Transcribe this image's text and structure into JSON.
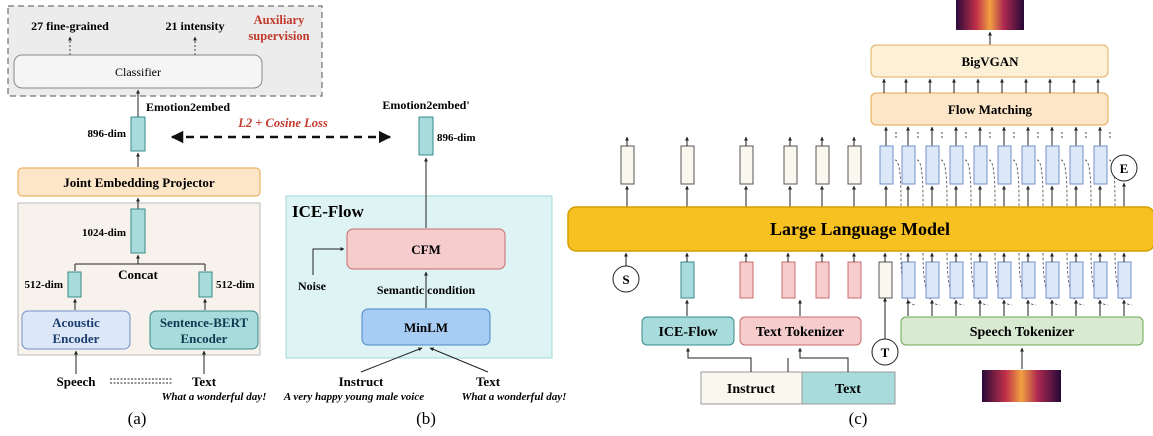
{
  "colors": {
    "accent_red": "#c0392b",
    "projector_fill": "#fde6c8",
    "projector_stroke": "#e8a44c",
    "teal_fill": "#a8dcdc",
    "teal_stroke": "#3a8a8a",
    "blue_fill": "#dce8f8",
    "blue_stroke": "#6f8fc9",
    "pink_fill": "#f6cccc",
    "pink_stroke": "#c76b6b",
    "green_fill": "#d9ead3",
    "green_stroke": "#6aa84f",
    "llm_fill": "#f8c122",
    "llm_stroke": "#d39e00",
    "cream_fill": "#faf7ee",
    "panel_bg": "#f7f3ec",
    "iceflow_bg": "#def4f4",
    "aux_bg": "#ececec"
  },
  "panel_a": {
    "aux_outputs": [
      "27 fine-grained",
      "21 intensity"
    ],
    "aux_label": [
      "Auxiliary",
      "supervision"
    ],
    "classifier": "Classifier",
    "emotion2embed": "Emotion2embed",
    "dim_896": "896-dim",
    "loss": "L2 + Cosine Loss",
    "projector": "Joint Embedding Projector",
    "dim_1024": "1024-dim",
    "concat": "Concat",
    "dim_512_left": "512-dim",
    "dim_512_right": "512-dim",
    "acoustic_encoder": [
      "Acoustic",
      "Encoder"
    ],
    "sbert_encoder": [
      "Sentence-BERT",
      "Encoder"
    ],
    "speech": "Speech",
    "text": "Text",
    "example": "What a wonderful day!",
    "caption": "(a)"
  },
  "panel_b": {
    "emotion2embed_prime": "Emotion2embed'",
    "dim_896": "896-dim",
    "title": "ICE-Flow",
    "cfm": "CFM",
    "noise": "Noise",
    "semantic_condition": "Semantic  condition",
    "minlm": "MinLM",
    "instruct": "Instruct",
    "instruct_example": "A very happy young male voice",
    "text": "Text",
    "text_example": "What a wonderful day!",
    "caption": "(b)"
  },
  "panel_c": {
    "bigvgan": "BigVGAN",
    "flow_matching": "Flow Matching",
    "llm": "Large Language Model",
    "s_token": "S",
    "e_token": "E",
    "t_token": "T",
    "iceflow": "ICE-Flow",
    "text_tokenizer": "Text Tokenizer",
    "speech_tokenizer": "Speech Tokenizer",
    "instruct": "Instruct",
    "text": "Text",
    "caption": "(c)"
  }
}
